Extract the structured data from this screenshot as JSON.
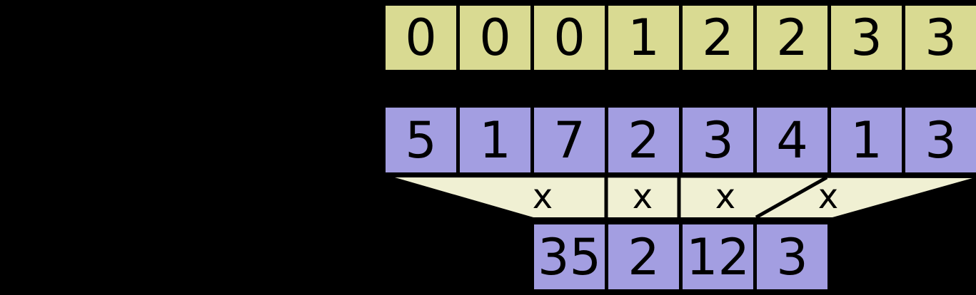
{
  "colors": {
    "background": "#000000",
    "flag_fill": "#d9da92",
    "value_fill": "#a39ee1",
    "funnel_fill": "#f0f0d3",
    "border": "#000000",
    "text": "#000000"
  },
  "flags_row": {
    "cells": [
      "0",
      "0",
      "0",
      "1",
      "2",
      "2",
      "3",
      "3"
    ]
  },
  "values_row": {
    "cells": [
      "5",
      "1",
      "7",
      "2",
      "3",
      "4",
      "1",
      "3"
    ]
  },
  "funnel": {
    "operators": [
      "x",
      "x",
      "x",
      "x"
    ]
  },
  "results_row": {
    "cells": [
      "35",
      "2",
      "12",
      "3"
    ]
  }
}
